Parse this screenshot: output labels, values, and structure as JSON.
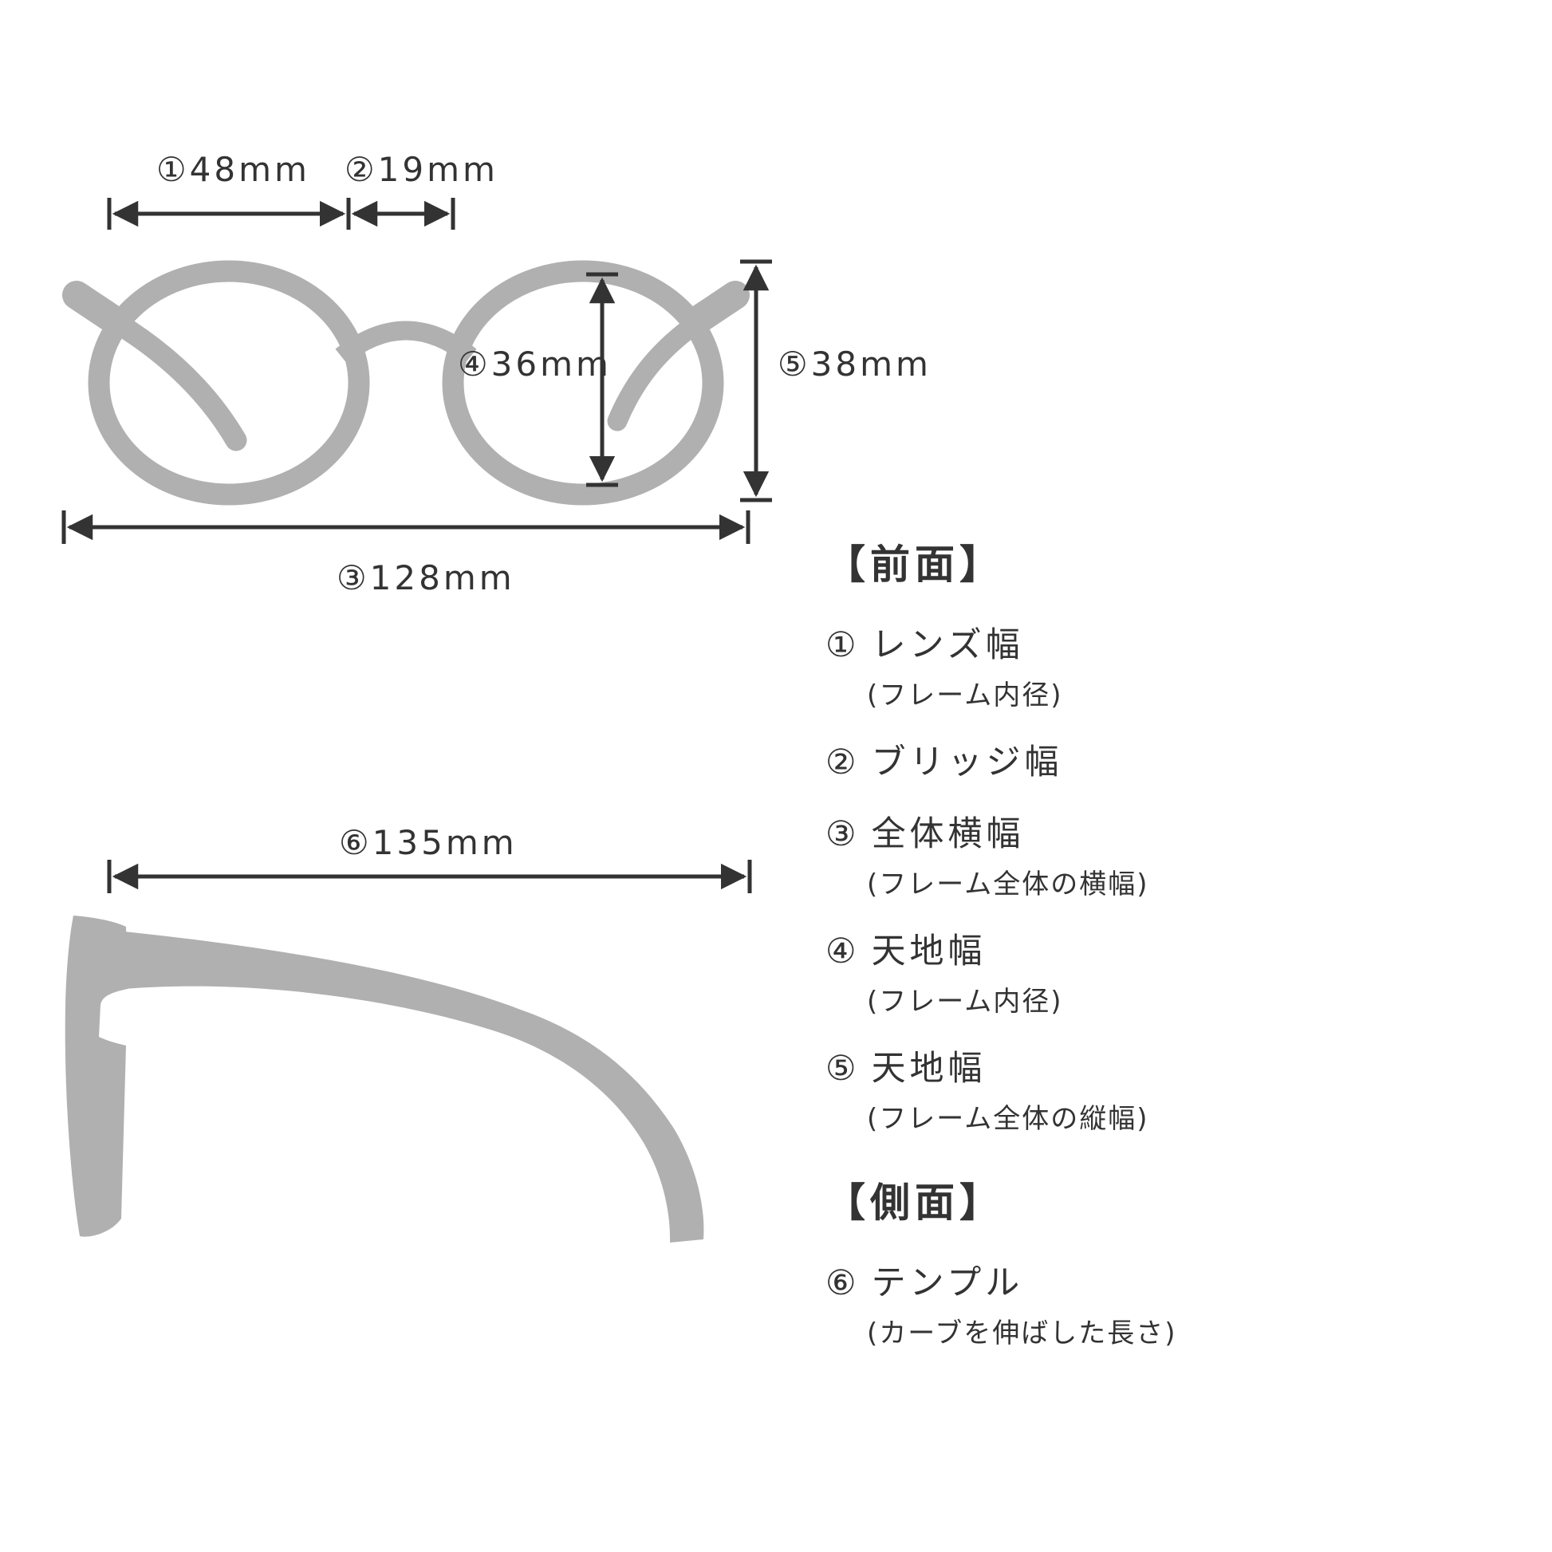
{
  "colors": {
    "background": "#ffffff",
    "silhouette": "#b0b0b0",
    "line": "#333333",
    "text": "#333333"
  },
  "dimensions": {
    "lens_width": "①48mm",
    "bridge_width": "②19mm",
    "total_width": "③128mm",
    "lens_height": "④36mm",
    "frame_height": "⑤38mm",
    "temple_length": "⑥135mm"
  },
  "legend": {
    "front_heading": "【前面】",
    "side_heading": "【側面】",
    "front_items": [
      {
        "num": "①",
        "label": "レンズ幅",
        "note": "(フレーム内径)"
      },
      {
        "num": "②",
        "label": "ブリッジ幅",
        "note": ""
      },
      {
        "num": "③",
        "label": "全体横幅",
        "note": "(フレーム全体の横幅)"
      },
      {
        "num": "④",
        "label": "天地幅",
        "note": "(フレーム内径)"
      },
      {
        "num": "⑤",
        "label": "天地幅",
        "note": "(フレーム全体の縦幅)"
      }
    ],
    "side_items": [
      {
        "num": "⑥",
        "label": "テンプル",
        "note": "(カーブを伸ばした長さ)"
      }
    ]
  }
}
